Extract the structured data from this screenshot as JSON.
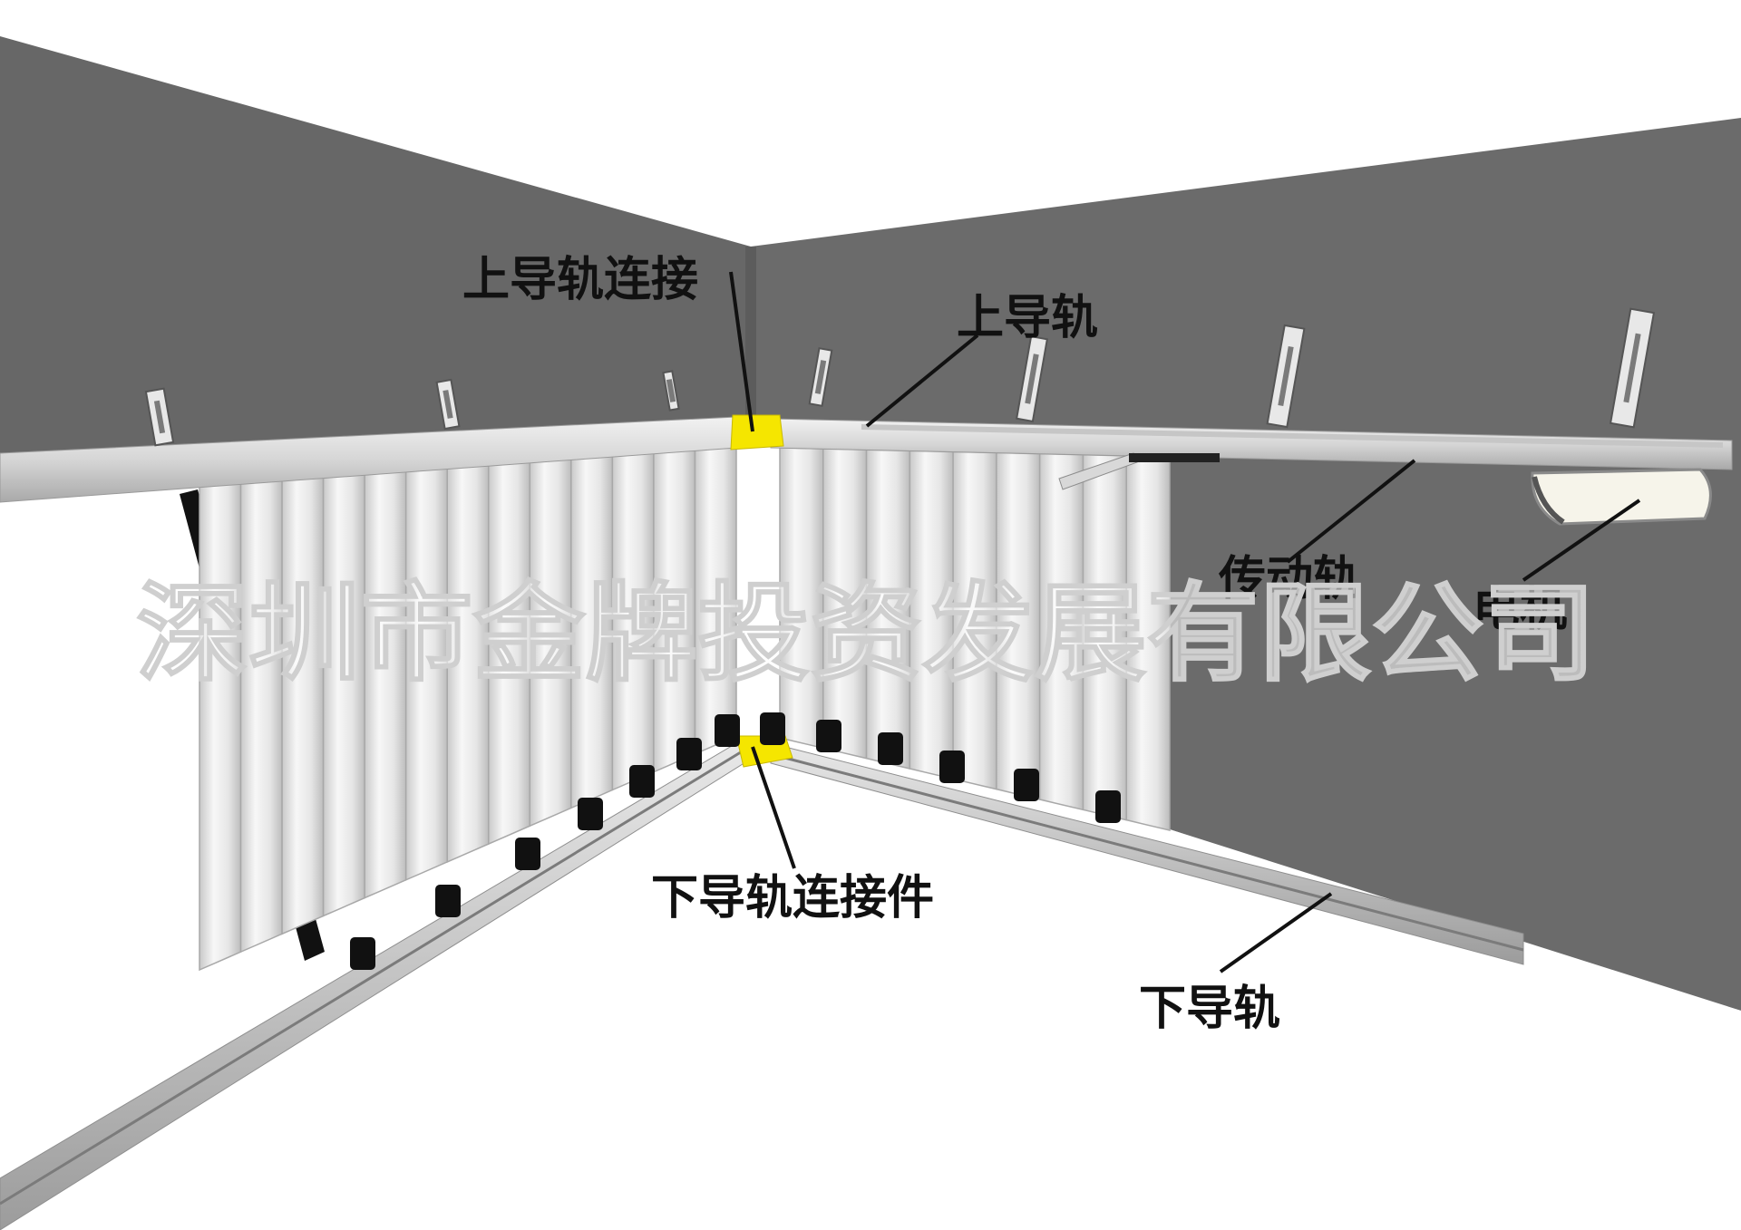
{
  "labels": {
    "upper_rail_connector": "上导轨连接",
    "upper_rail": "上导轨",
    "drive_rail": "传动轨",
    "motor": "电机",
    "lower_rail_connector": "下导轨连接件",
    "lower_rail": "下导轨"
  },
  "watermark": "深圳市金牌投资发展有限公司",
  "colors": {
    "wall": "#676767",
    "rail": "#dcdcdc",
    "connector": "#f5e600",
    "floor": "#ffffff",
    "panel": "#eeeeee",
    "roller": "#111111"
  }
}
